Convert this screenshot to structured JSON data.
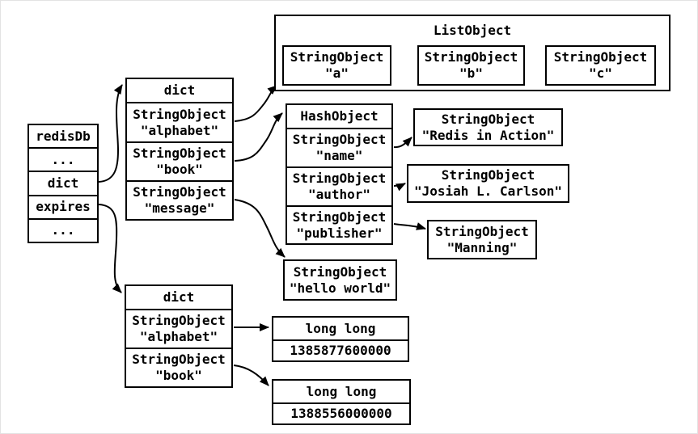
{
  "palette": {
    "background": "#ffffff",
    "line": "#000000"
  },
  "redisdb_box": {
    "rows": [
      "redisDb",
      "...",
      "dict",
      "expires",
      "..."
    ]
  },
  "dict_top": {
    "header": "dict",
    "rows": [
      {
        "type": "StringObject",
        "value": "\"alphabet\""
      },
      {
        "type": "StringObject",
        "value": "\"book\""
      },
      {
        "type": "StringObject",
        "value": "\"message\""
      }
    ]
  },
  "list_object": {
    "title": "ListObject",
    "items": [
      {
        "type": "StringObject",
        "value": "\"a\""
      },
      {
        "type": "StringObject",
        "value": "\"b\""
      },
      {
        "type": "StringObject",
        "value": "\"c\""
      }
    ]
  },
  "hash_object": {
    "header": "HashObject",
    "rows": [
      {
        "type": "StringObject",
        "value": "\"name\""
      },
      {
        "type": "StringObject",
        "value": "\"author\""
      },
      {
        "type": "StringObject",
        "value": "\"publisher\""
      }
    ]
  },
  "string_values": {
    "redis_in_action": {
      "type": "StringObject",
      "value": "\"Redis in Action\""
    },
    "carlson": {
      "type": "StringObject",
      "value": "\"Josiah L. Carlson\""
    },
    "manning": {
      "type": "StringObject",
      "value": "\"Manning\""
    },
    "hello_world": {
      "type": "StringObject",
      "value": "\"hello world\""
    }
  },
  "dict_bottom": {
    "header": "dict",
    "rows": [
      {
        "type": "StringObject",
        "value": "\"alphabet\""
      },
      {
        "type": "StringObject",
        "value": "\"book\""
      }
    ]
  },
  "long_values": {
    "alphabet": {
      "type": "long long",
      "value": "1385877600000"
    },
    "book": {
      "type": "long long",
      "value": "1388556000000"
    }
  }
}
